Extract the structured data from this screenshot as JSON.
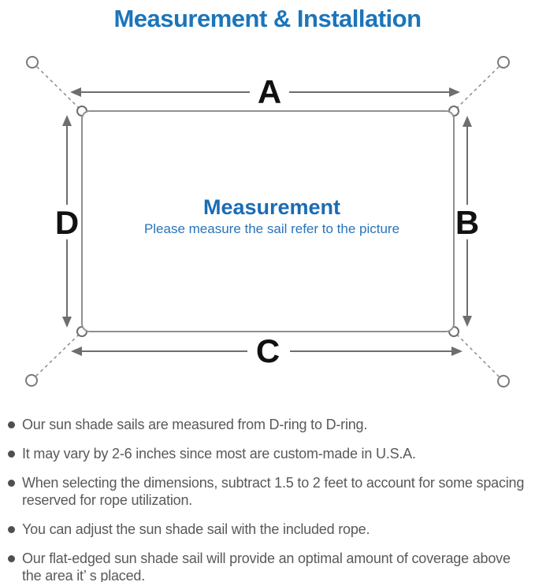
{
  "title": "Measurement & Installation",
  "diagram": {
    "center_heading": "Measurement",
    "center_subtitle": "Please measure the sail refer to the picture",
    "labels": {
      "top": "A",
      "right": "B",
      "bottom": "C",
      "left": "D"
    },
    "colors": {
      "title_blue": "#1b75bb",
      "center_heading_blue": "#1a6cb4",
      "center_subtitle_blue": "#2a74b8",
      "outline_gray": "#909090",
      "arrow_gray": "#6e6e6e",
      "rope_gray": "#8c8c8c",
      "note_text_gray": "#595959"
    }
  },
  "notes": [
    "Our sun shade sails are measured from D-ring to D-ring.",
    "It may vary by 2-6 inches since most are custom-made in U.S.A.",
    "When selecting the dimensions, subtract 1.5 to 2 feet to account for some spacing reserved for rope utilization.",
    "You can adjust the sun shade sail with the included rope.",
    "Our flat-edged sun shade sail will provide an optimal amount of coverage above the area it’ s placed."
  ]
}
